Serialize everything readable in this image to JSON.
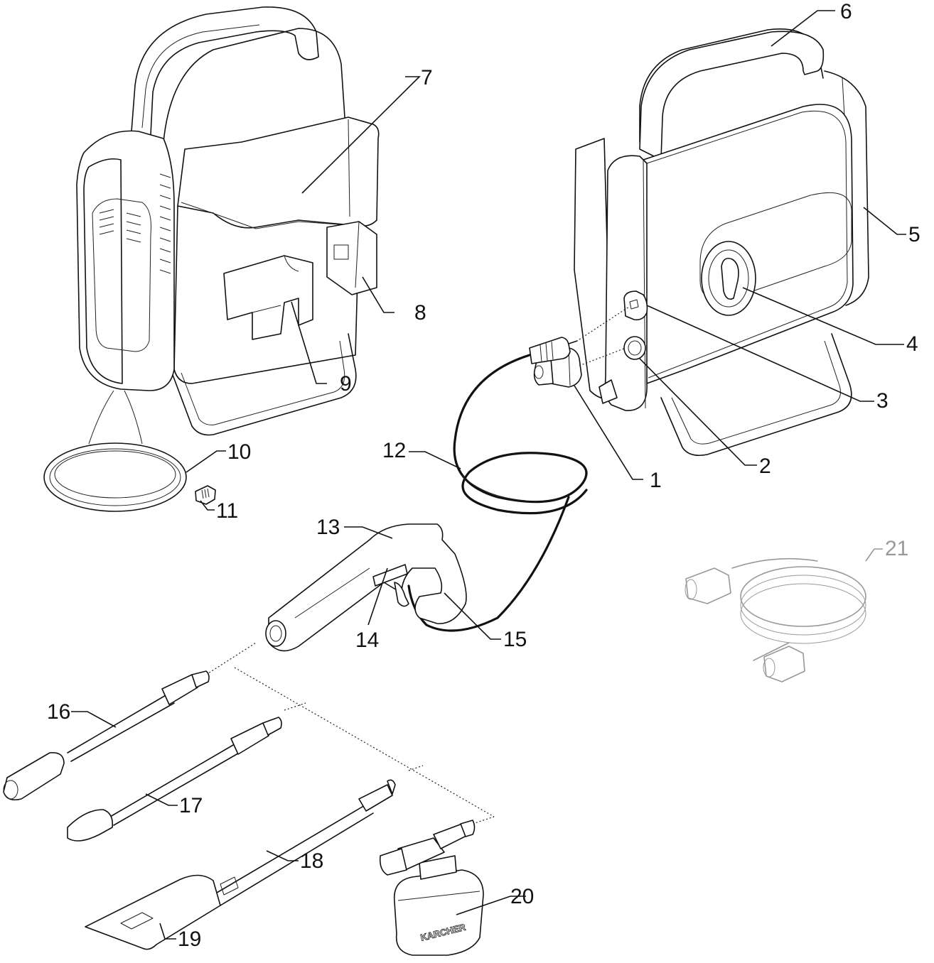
{
  "diagram": {
    "title": "Pressure washer parts overview",
    "colors": {
      "line": "#111111",
      "optional": "#999999",
      "background": "#ffffff"
    },
    "callouts": [
      {
        "number": "1",
        "part": "water-inlet-connector"
      },
      {
        "number": "2",
        "part": "water-inlet-port"
      },
      {
        "number": "3",
        "part": "high-pressure-outlet"
      },
      {
        "number": "4",
        "part": "on-off-switch"
      },
      {
        "number": "5",
        "part": "storage-box"
      },
      {
        "number": "6",
        "part": "carrying-handle"
      },
      {
        "number": "7",
        "part": "accessory-bin"
      },
      {
        "number": "8",
        "part": "lance-holder"
      },
      {
        "number": "9",
        "part": "gun-holder"
      },
      {
        "number": "10",
        "part": "power-cord"
      },
      {
        "number": "11",
        "part": "cord-clip"
      },
      {
        "number": "12",
        "part": "high-pressure-hose"
      },
      {
        "number": "13",
        "part": "trigger-gun"
      },
      {
        "number": "14",
        "part": "release-button"
      },
      {
        "number": "15",
        "part": "trigger"
      },
      {
        "number": "16",
        "part": "vario-power-lance"
      },
      {
        "number": "17",
        "part": "dirt-blaster-lance"
      },
      {
        "number": "18",
        "part": "surface-cleaner-extension"
      },
      {
        "number": "19",
        "part": "surface-cleaner-head"
      },
      {
        "number": "20",
        "part": "foam-nozzle-bottle",
        "brand_text": "KARCHER"
      },
      {
        "number": "21",
        "part": "garden-hose-optional",
        "optional": true
      }
    ]
  }
}
